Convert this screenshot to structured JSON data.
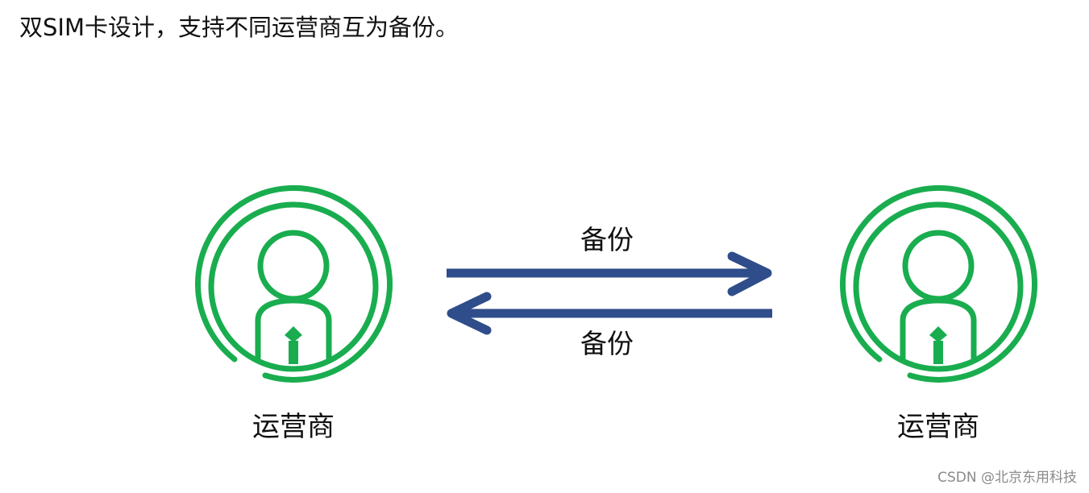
{
  "heading": "双SIM卡设计，支持不同运营商互为备份。",
  "nodes": {
    "left": {
      "label": "运营商",
      "icon": "operator-person-icon"
    },
    "right": {
      "label": "运营商",
      "icon": "operator-person-icon"
    }
  },
  "arrows": {
    "top_label": "备份",
    "bottom_label": "备份",
    "color": "#2f4d8a"
  },
  "icon_color": "#19ad4f",
  "watermark": "CSDN @北京东用科技"
}
